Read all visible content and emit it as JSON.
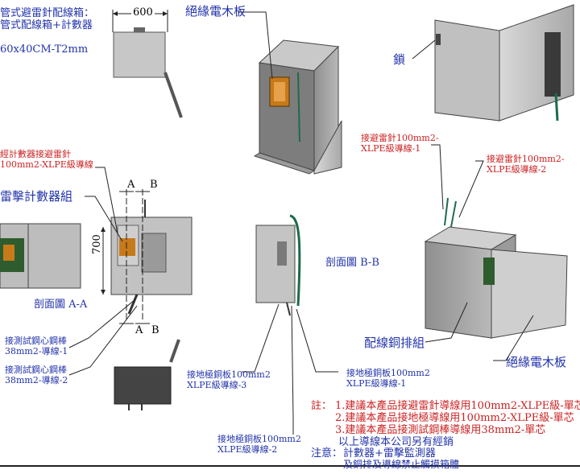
{
  "top_left": {
    "line1": "管式避雷針配線箱：",
    "line2": "管式配線箱+計數器",
    "size": "60x40CM-T2mm"
  },
  "dimensions": {
    "width": "600",
    "height": "700"
  },
  "section_marks": {
    "a": "A",
    "b": "B"
  },
  "labels": {
    "insulated_board_top": "絕緣電木板",
    "lock": "鎖",
    "arrester_wire_1": "接避雷針100mm2-\nXLPE級導線-1",
    "arrester_wire_2": "接避雷針100mm2-\nXLPE級導線-2",
    "counter_to_arrester": "經計數器接避雷針\n100mm2-XLPE級導線",
    "strike_counter_group": "雷擊計數器組",
    "section_aa": "剖面圖 A-A",
    "section_bb": "剖面圖 B-B",
    "test_wire_1": "接測試鋼心鋼棒\n38mm2-導線-1",
    "test_wire_2": "接測試鋼心鋼棒\n38mm2-導線-2",
    "ground_wire_3": "接地極銅板100mm2\nXLPE級導線-3",
    "ground_wire_1": "接地極銅板100mm2\nXLPE級導線-1",
    "ground_wire_2": "接地極銅板100mm2\nXLPE級導線-2",
    "copper_busbar": "配線銅排組",
    "insulated_board_bottom": "絕緣電木板"
  },
  "notes": {
    "head": "註：",
    "items": [
      "1.建議本產品接避雷針導線用100mm2-XLPE級-單芯",
      "2.建議本產品接地極導線用100mm2-XLPE級-單芯",
      "3.建議本產品接測試鋼棒導線用38mm2-單芯"
    ],
    "extra": "以上導線本公司另有經銷",
    "caution_head": "注意：",
    "caution_lines": [
      "計數器+雷擊監測器",
      "及銅排及導線禁止觸摸箱體"
    ]
  }
}
